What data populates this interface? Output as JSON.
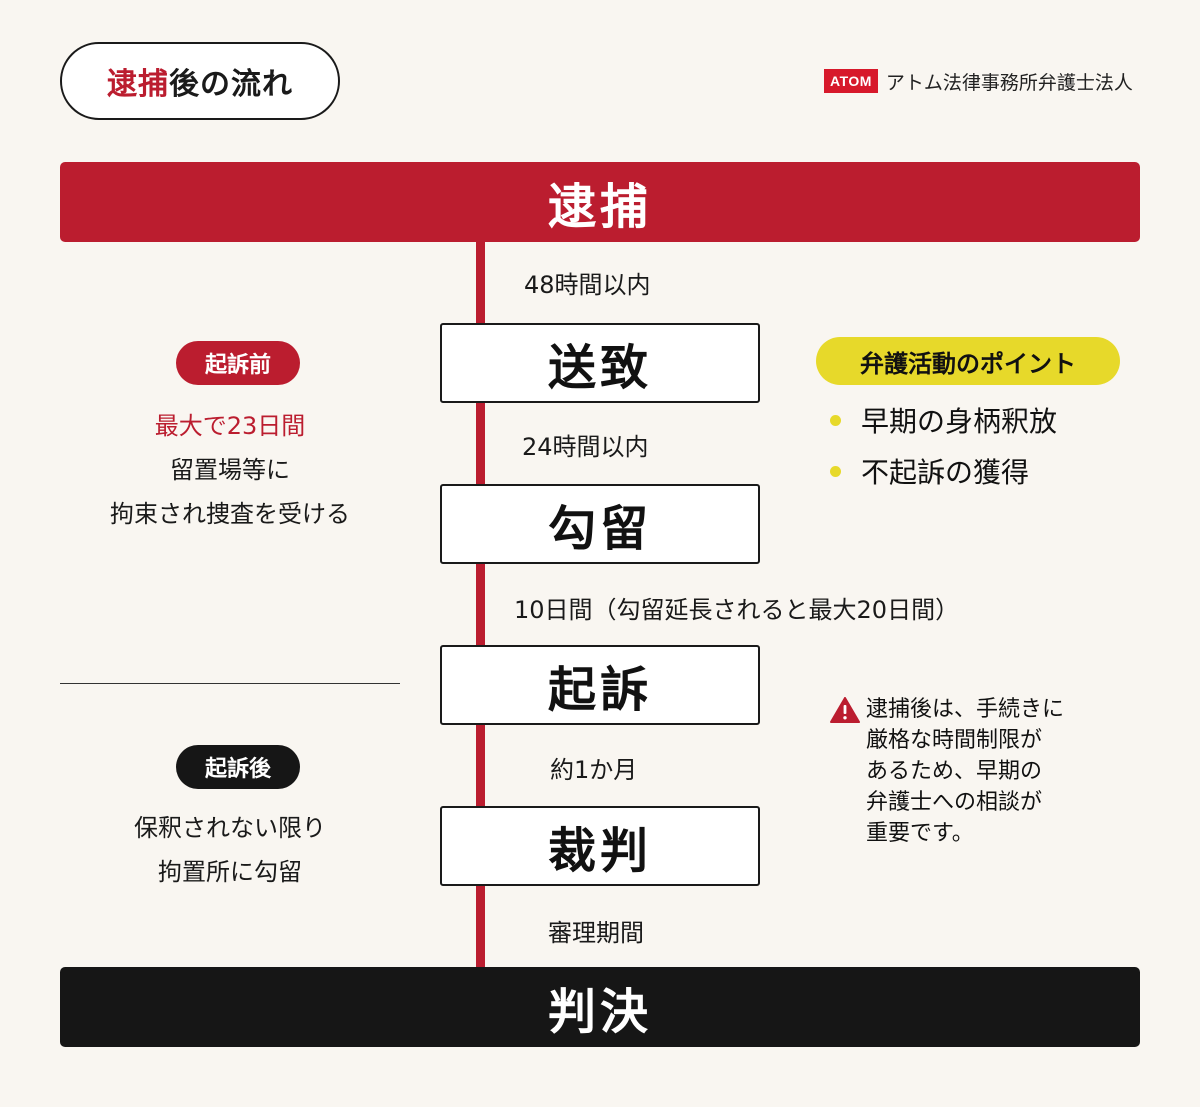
{
  "header": {
    "title_accent": "逮捕",
    "title_rest": "後の流れ",
    "brand_logo": "ATOM",
    "brand_name": "アトム法律事務所弁護士法人"
  },
  "flow": {
    "start": "逮捕",
    "steps": [
      "送致",
      "勾留",
      "起訴",
      "裁判"
    ],
    "end": "判決",
    "durations": [
      "48時間以内",
      "24時間以内",
      "10日間（勾留延長されると最大20日間）",
      "約1か月",
      "審理期間"
    ]
  },
  "left_panel": {
    "before": {
      "label": "起訴前",
      "highlight": "最大で23日間",
      "lines": [
        "留置場等に",
        "拘束され捜査を受ける"
      ]
    },
    "after": {
      "label": "起訴後",
      "lines": [
        "保釈されない限り",
        "拘置所に勾留"
      ]
    }
  },
  "right_panel": {
    "points_title": "弁護活動のポイント",
    "points": [
      "早期の身柄釈放",
      "不起訴の獲得"
    ],
    "warning_icon": "warning-icon",
    "warning_lines": [
      "逮捕後は、手続きに",
      "厳格な時間制限が",
      "あるため、早期の",
      "弁護士への相談が",
      "重要です。"
    ]
  },
  "colors": {
    "background": "#f9f6f1",
    "accent_red": "#bb1d2f",
    "dark": "#161616",
    "highlight_yellow": "#e7d92a"
  }
}
